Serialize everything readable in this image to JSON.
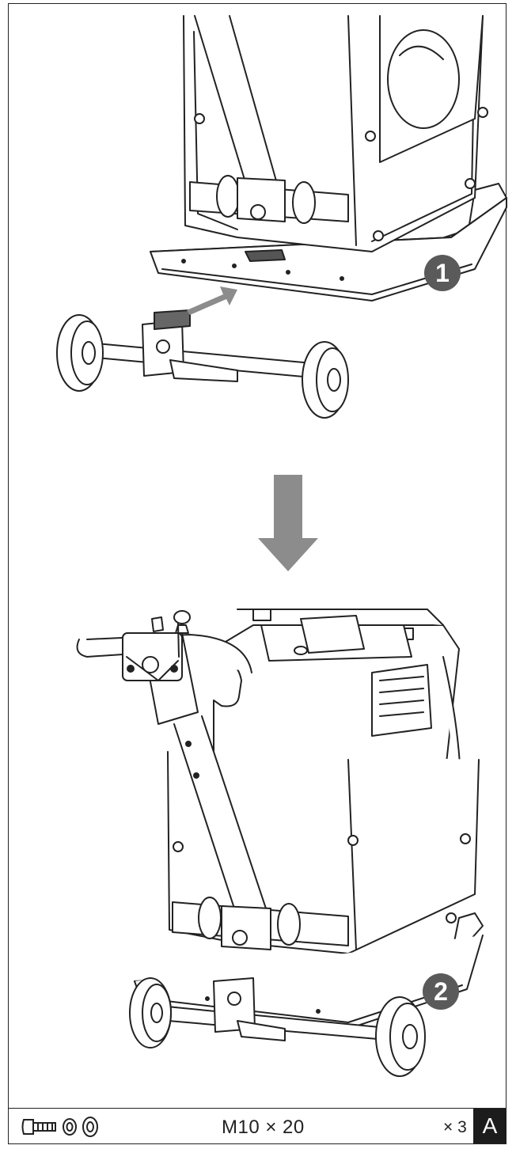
{
  "steps": [
    {
      "label": "1"
    },
    {
      "label": "2"
    }
  ],
  "hardware": {
    "icons": [
      "bolt-icon",
      "spring-washer-icon",
      "flat-washer-icon"
    ],
    "spec": "M10 × 20",
    "quantity": "× 3",
    "kit_label": "A"
  },
  "colors": {
    "line": "#222222",
    "arrow": "#8c8c8c",
    "badge": "#5a5a5a",
    "label_bg": "#1c1c1c"
  }
}
